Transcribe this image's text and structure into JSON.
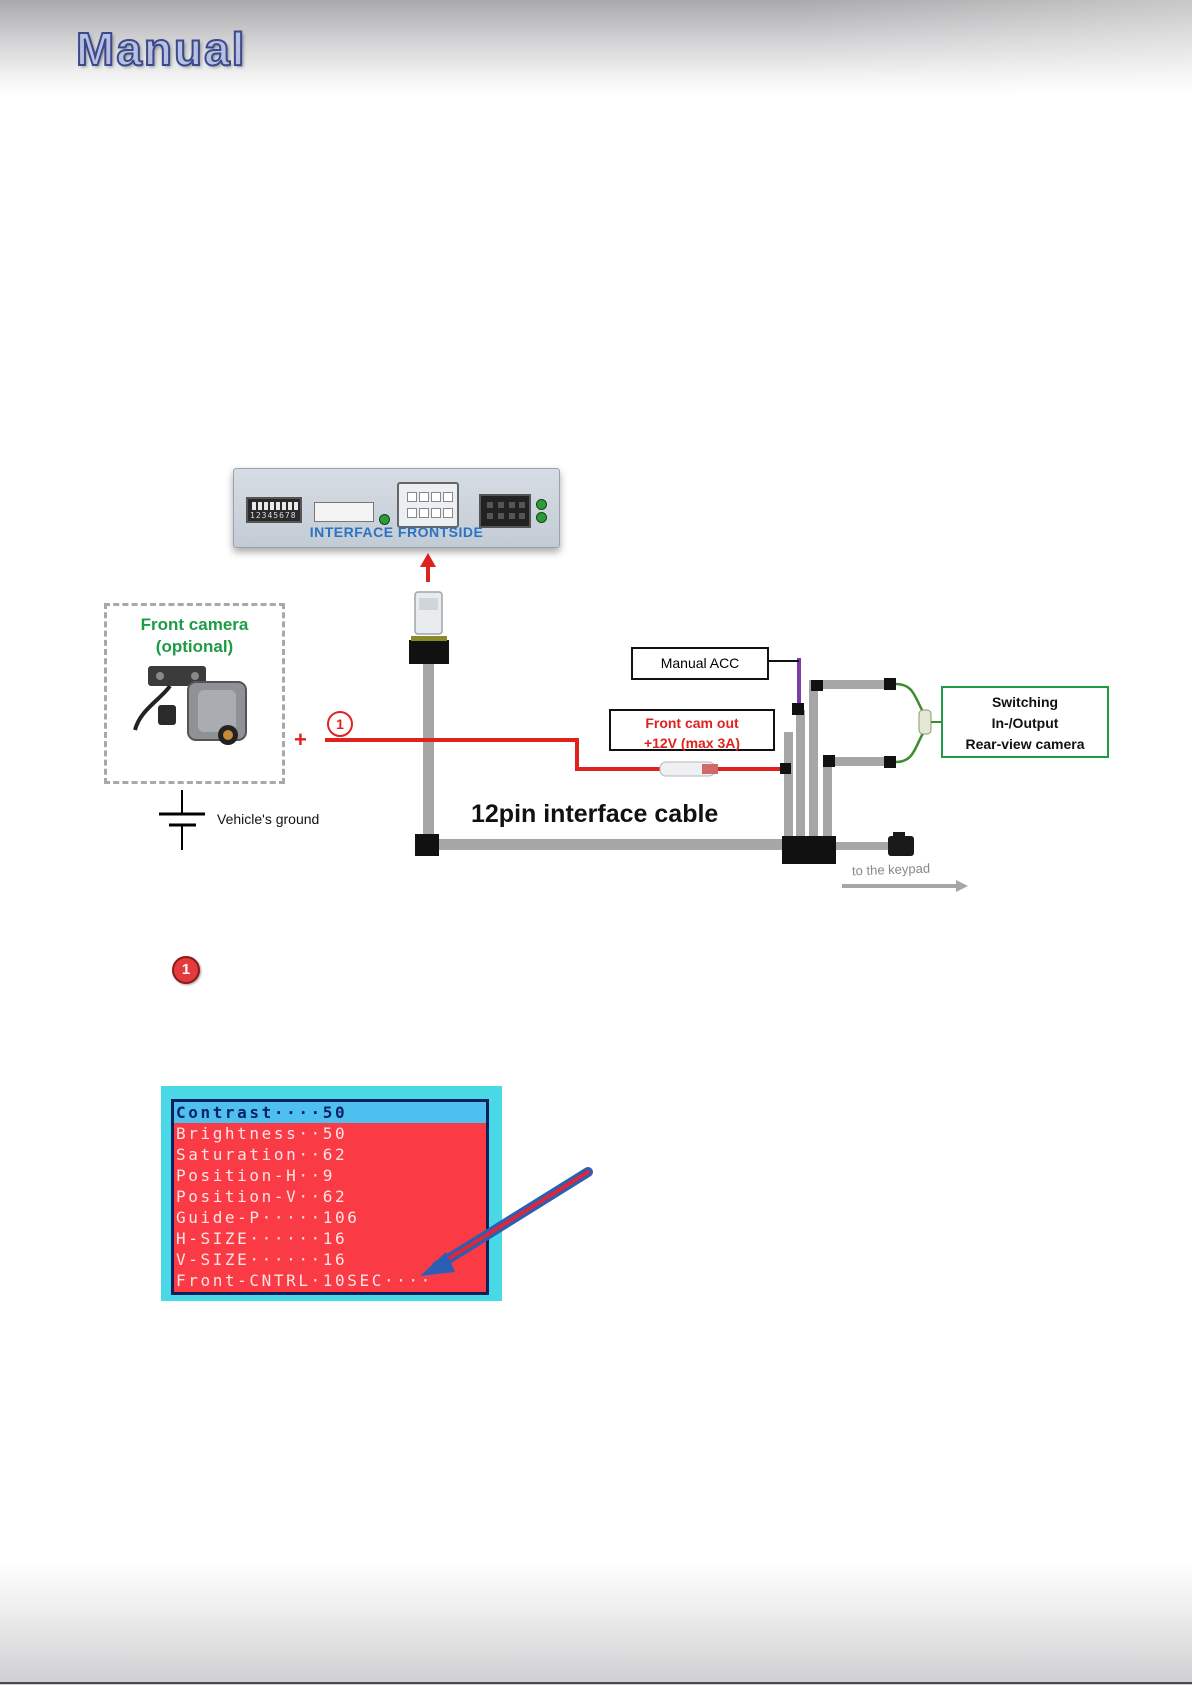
{
  "header": {
    "logo_text": "Manual"
  },
  "interface_panel": {
    "label": "INTERFACE FRONTSIDE",
    "dip_numbers": "12345678"
  },
  "front_camera": {
    "title_line1": "Front camera",
    "title_line2": "(optional)",
    "plus_sign": "+",
    "callout_number": "1"
  },
  "ground": {
    "label": "Vehicle's ground"
  },
  "cable": {
    "label": "12pin interface cable"
  },
  "labels": {
    "manual_acc": "Manual ACC",
    "front_cam_out_line1": "Front cam out",
    "front_cam_out_line2": "+12V (max 3A)",
    "switching_line1": "Switching",
    "switching_line2": "In-/Output",
    "switching_line3": "Rear-view camera",
    "keypad": "to the keypad"
  },
  "legend": {
    "badge_number": "1"
  },
  "osd_menu": {
    "rows": [
      "Contrast····50",
      "Brightness··50",
      "Saturation··62",
      "Position-H··9",
      "Position-V··62",
      "Guide-P·····106",
      "H-SIZE······16",
      "V-SIZE······16",
      "Front-CNTRL·10SEC····"
    ]
  },
  "colors": {
    "wire_gray": "#a6a6a6",
    "wire_red": "#e0221f",
    "wire_purple": "#7a3fa7",
    "wire_green": "#3d8c2e",
    "accent_green": "#1e9b46",
    "badge_red": "#e33b3b",
    "osd_red": "#fa3a44",
    "osd_cyan": "#48d8e6"
  }
}
